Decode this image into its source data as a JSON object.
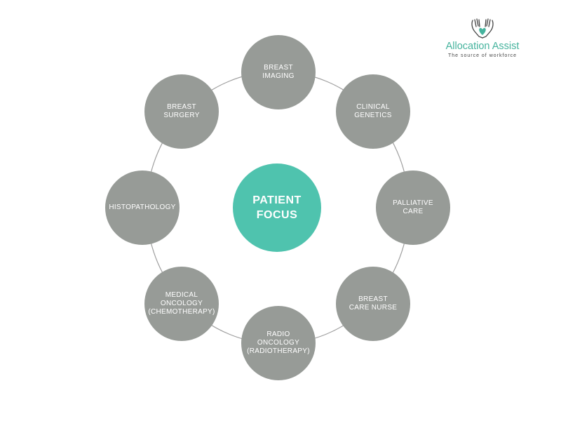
{
  "diagram": {
    "center": {
      "label": "PATIENT\nFOCUS",
      "color": "#4fc3ae"
    },
    "node_color": "#979b97",
    "ring_color": "#9e9e9e",
    "nodes": [
      {
        "label": "BREAST\nIMAGING"
      },
      {
        "label": "CLINICAL\nGENETICS"
      },
      {
        "label": "PALLIATIVE\nCARE"
      },
      {
        "label": "BREAST\nCARE NURSE"
      },
      {
        "label": "RADIO\nONCOLOGY\n(RADIOTHERAPY)"
      },
      {
        "label": "MEDICAL\nONCOLOGY\n(CHEMOTHERAPY)"
      },
      {
        "label": "HISTOPATHOLOGY"
      },
      {
        "label": "BREAST\nSURGERY"
      }
    ]
  },
  "logo": {
    "name": "Allocation Assist",
    "tagline": "The source of workforce",
    "icon": "hands-heart-icon",
    "color": "#45b39d"
  }
}
